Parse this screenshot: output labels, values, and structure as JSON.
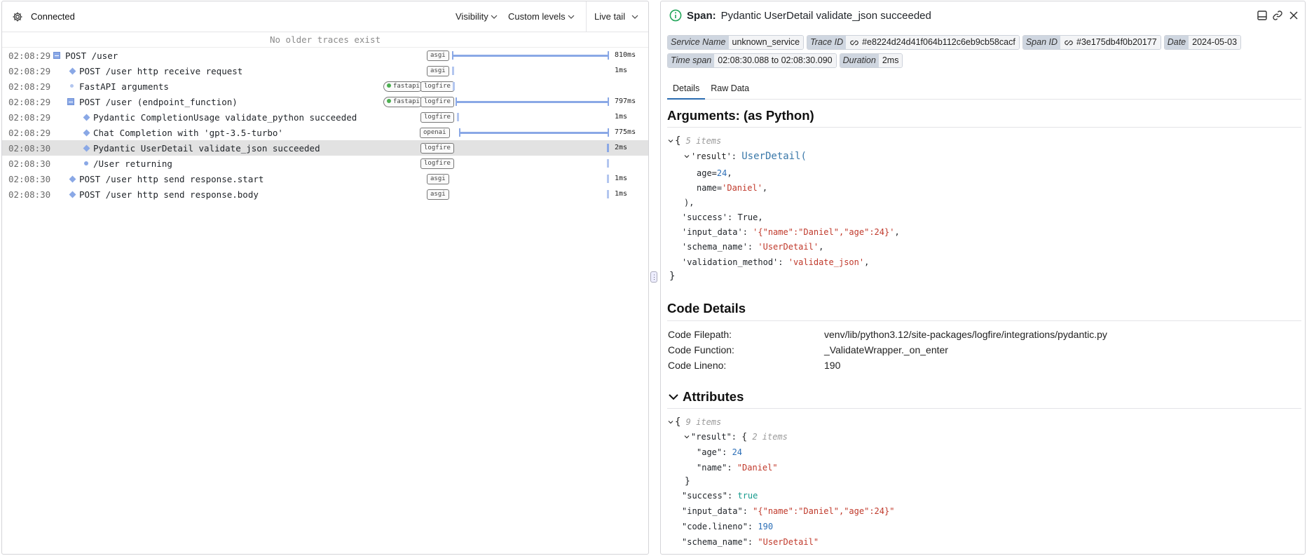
{
  "topbar": {
    "status": "Connected",
    "visibility": "Visibility",
    "custom_levels": "Custom levels",
    "live_tail": "Live tail"
  },
  "trace_list": {
    "no_older": "No older traces exist",
    "rows": [
      {
        "time": "02:08:29",
        "name": "POST /user",
        "tags": [
          "asgi"
        ],
        "duration": "810ms"
      },
      {
        "time": "02:08:29",
        "name": "POST /user http receive request",
        "tags": [
          "asgi"
        ],
        "duration": "1ms"
      },
      {
        "time": "02:08:29",
        "name": "FastAPI arguments",
        "tags": [
          "fastapi",
          "logfire"
        ],
        "duration": ""
      },
      {
        "time": "02:08:29",
        "name": "POST /user (endpoint_function)",
        "tags": [
          "fastapi",
          "logfire"
        ],
        "duration": "797ms"
      },
      {
        "time": "02:08:29",
        "name": "Pydantic CompletionUsage validate_python succeeded",
        "tags": [
          "logfire"
        ],
        "duration": "1ms"
      },
      {
        "time": "02:08:29",
        "name": "Chat Completion with 'gpt-3.5-turbo'",
        "tags": [
          "openai"
        ],
        "duration": "775ms"
      },
      {
        "time": "02:08:30",
        "name": "Pydantic UserDetail validate_json succeeded",
        "tags": [
          "logfire"
        ],
        "duration": "2ms"
      },
      {
        "time": "02:08:30",
        "name": "/User returning",
        "tags": [
          "logfire"
        ],
        "duration": ""
      },
      {
        "time": "02:08:30",
        "name": "POST /user http send response.start",
        "tags": [
          "asgi"
        ],
        "duration": "1ms"
      },
      {
        "time": "02:08:30",
        "name": "POST /user http send response.body",
        "tags": [
          "asgi"
        ],
        "duration": "1ms"
      }
    ]
  },
  "span": {
    "label": "Span:",
    "title": "Pydantic UserDetail validate_json succeeded",
    "service_name_key": "Service Name",
    "service_name": "unknown_service",
    "trace_id_key": "Trace ID",
    "trace_id": "#e8224d24d41f064b112c6eb9cb58cacf",
    "span_id_key": "Span ID",
    "span_id": "#3e175db4f0b20177",
    "date_key": "Date",
    "date": "2024-05-03",
    "time_span_key": "Time span",
    "time_span": "02:08:30.088 to 02:08:30.090",
    "duration_key": "Duration",
    "duration": "2ms"
  },
  "tabs": [
    "Details",
    "Raw Data"
  ],
  "arguments": {
    "heading": "Arguments: (as Python)",
    "count": "5 items",
    "result_key": "'result'",
    "result_class": "UserDetail(",
    "age_key": "age=",
    "age_val": "24",
    "name_key": "name=",
    "name_val": "'Daniel'",
    "close_paren": "),",
    "success_key": "'success'",
    "success_val": "True,",
    "input_data_key": "'input_data'",
    "input_data_val": "'{\"name\":\"Daniel\",\"age\":24}'",
    "schema_name_key": "'schema_name'",
    "schema_name_val": "'UserDetail'",
    "validation_method_key": "'validation_method'",
    "validation_method_val": "'validate_json'"
  },
  "code_details": {
    "heading": "Code Details",
    "filepath_label": "Code Filepath:",
    "filepath": "venv/lib/python3.12/site-packages/logfire/integrations/pydantic.py",
    "function_label": "Code Function:",
    "function": "_ValidateWrapper._on_enter",
    "lineno_label": "Code Lineno:",
    "lineno": "190"
  },
  "attributes": {
    "heading": "Attributes",
    "count": "9 items",
    "result_key": "\"result\"",
    "result_count": "2 items",
    "age_key": "\"age\"",
    "age_val": "24",
    "name_key": "\"name\"",
    "name_val": "\"Daniel\"",
    "success_key": "\"success\"",
    "success_val": "true",
    "input_data_key": "\"input_data\"",
    "input_data_val": "\"{\"name\":\"Daniel\",\"age\":24}\"",
    "code_lineno_key": "\"code.lineno\"",
    "code_lineno_val": "190",
    "schema_name_key": "\"schema_name\"",
    "schema_name_val": "\"UserDetail\""
  }
}
